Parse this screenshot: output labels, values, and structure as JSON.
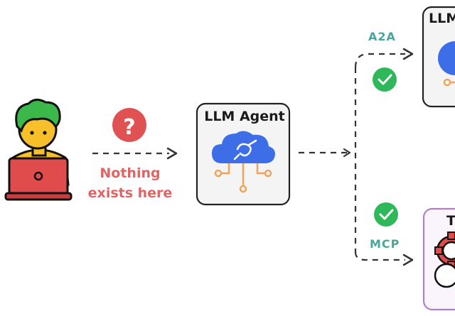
{
  "labels": {
    "nothing_line1": "Nothing",
    "nothing_line2": "exists here",
    "agent_title": "LLM Agent",
    "a2a": "A2A",
    "mcp": "MCP",
    "llm_partial": "LLM",
    "tool_partial": "T"
  },
  "icons": {
    "question": "question-mark-icon",
    "check_a2a": "checkmark-icon",
    "check_mcp": "checkmark-icon",
    "user": "user-with-laptop-icon",
    "cloud": "cloud-network-icon",
    "gear": "gear-icon"
  },
  "colors": {
    "warning": "#e05252",
    "success": "#2fb85a",
    "label_teal": "#4aa59a",
    "hair": "#3cb84a",
    "skin": "#f7c02b",
    "laptop": "#e04b4b",
    "cloud": "#3d6ee8",
    "connector": "#f2a35a",
    "tool_border": "#b07fc9",
    "tool_bg": "#faf5fc"
  }
}
